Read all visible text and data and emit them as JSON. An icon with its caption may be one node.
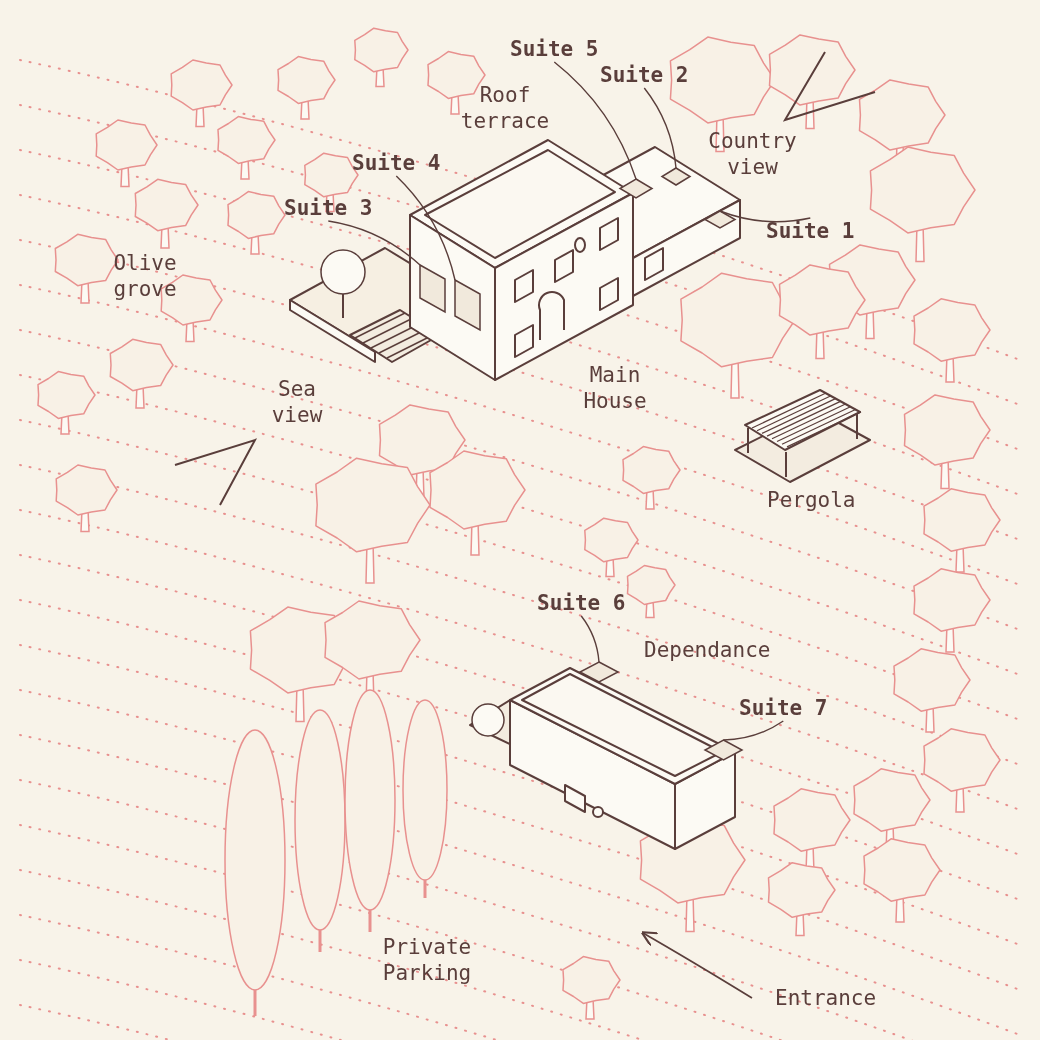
{
  "diagram": {
    "nodes": [
      {
        "text": [
          "Suite 5"
        ]
      },
      {
        "text": [],
        "shape": "diamond"
      },
      {
        "text": [
          "Suite 2"
        ]
      },
      {
        "text": [],
        "shape": "diamond"
      },
      {
        "text": [
          "Suite 4"
        ]
      },
      {
        "text": [],
        "shape": "box"
      },
      {
        "text": [
          "Suite 3"
        ]
      },
      {
        "text": [],
        "shape": "box"
      },
      {
        "text": [
          "Suite 1"
        ]
      },
      {
        "text": [],
        "shape": "diamond"
      },
      {
        "text": [
          "Suite 6"
        ]
      },
      {
        "text": [],
        "shape": "diamond"
      },
      {
        "text": [
          "Suite 7"
        ]
      },
      {
        "text": [],
        "shape": "diamond"
      }
    ],
    "edges": [
      {
        "from": 0,
        "to": 1,
        "arrow": "none"
      },
      {
        "from": 2,
        "to": 3,
        "arrow": "none"
      },
      {
        "from": 4,
        "to": 7,
        "arrow": "none"
      },
      {
        "from": 6,
        "to": 5,
        "arrow": "none"
      },
      {
        "from": 8,
        "to": 9,
        "arrow": "none"
      },
      {
        "from": 10,
        "to": 11,
        "arrow": "none"
      },
      {
        "from": 12,
        "to": 13,
        "arrow": "none"
      }
    ],
    "labels": [
      "Roof terrace",
      "Country view",
      "Olive grove",
      "Main House",
      "Sea view",
      "Pergola",
      "Dependance",
      "Private Parking",
      "Entrance"
    ]
  }
}
